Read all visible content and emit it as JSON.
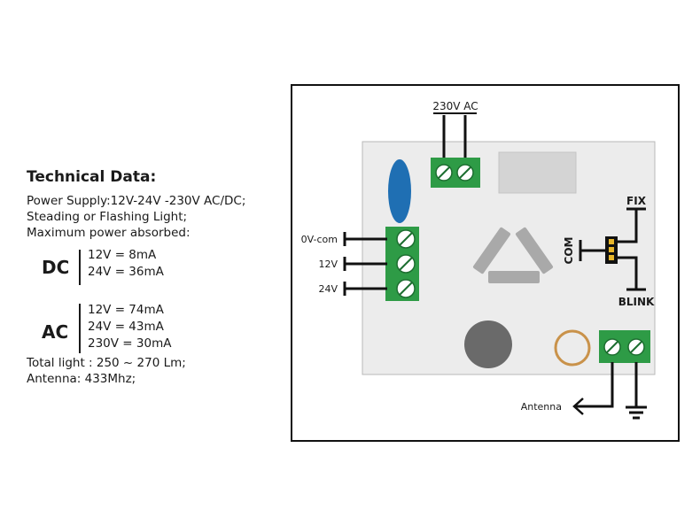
{
  "technical_data": {
    "title": "Technical Data:",
    "power_supply": "Power Supply:12V-24V -230V AC/DC;",
    "light_mode": "Steading or Flashing Light;",
    "max_power": "Maximum power absorbed:",
    "dc": {
      "label": "DC",
      "lines": [
        "12V = 8mA",
        "24V = 36mA"
      ]
    },
    "ac": {
      "label": "AC",
      "lines": [
        "12V = 74mA",
        "24V = 43mA",
        "230V = 30mA"
      ]
    },
    "total_light": "Total light : 250 ~ 270 Lm;",
    "antenna": "Antenna: 433Mhz;"
  },
  "diagram": {
    "ac_input": "230V AC",
    "low_voltage_terminals": [
      "0V-com",
      "12V",
      "24V"
    ],
    "jumper": {
      "common": "COM",
      "fixed": "FIX",
      "blink": "BLINK"
    },
    "antenna": "Antenna",
    "colors": {
      "terminal_green": "#2e9b46",
      "board_fill": "#ececec",
      "capacitor_blue": "#1f6fb3",
      "coil_copper": "#c9924a",
      "buzzer_gray": "#6a6a6a",
      "jumper_yellow": "#e8b62a"
    }
  }
}
